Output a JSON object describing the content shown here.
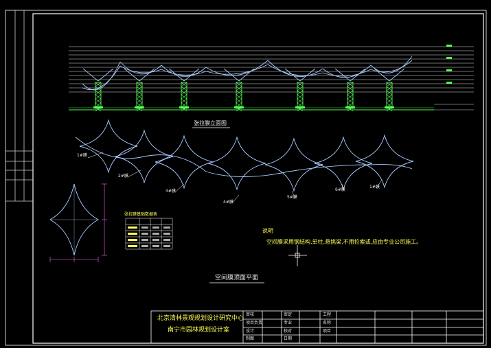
{
  "drawing": {
    "elevation_title": "张拉膜立面图",
    "plan_title": "空间膜顶面平面",
    "notes_heading": "说明",
    "notes_text": "空间膜采用钢结构,单柱,悬挑梁,不用拉索或,应由专业公司施工。",
    "units": [
      {
        "label": "1#膜"
      },
      {
        "label": "2#膜"
      },
      {
        "label": "3#膜"
      },
      {
        "label": "4#膜"
      },
      {
        "label": "5#膜"
      },
      {
        "label": "6#膜"
      },
      {
        "label": "1#膜"
      }
    ],
    "schedule_title": "张拉膜基础数据表"
  },
  "title_block": {
    "org_line1": "北京清林景观规划设计研究中心",
    "org_line2": "南宁市园林规划设计室",
    "row_labels": [
      "审核",
      "项目负责",
      "设计",
      "制图"
    ],
    "sign_labels": [
      "审定",
      "专业",
      "校对",
      "日期"
    ],
    "right_labels": [
      "工程",
      "名称",
      "项目"
    ]
  },
  "colors": {
    "border": "#ffffff",
    "membrane": "#aaccff",
    "column": "#55ff55",
    "ground": "#55ff55",
    "text_title": "#ffff55",
    "dimension": "#ff66ff"
  }
}
